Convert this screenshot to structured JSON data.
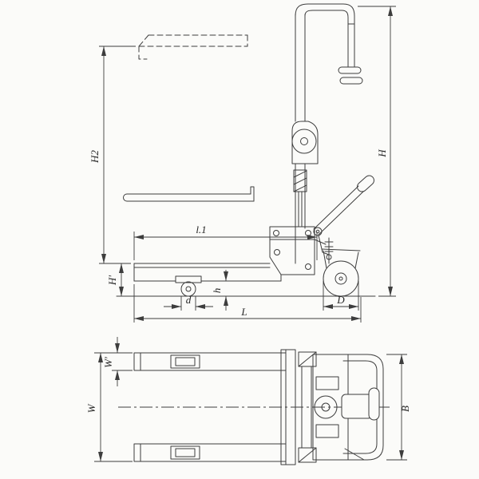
{
  "colors": {
    "background": "#fbfbf9",
    "line": "#3d3d3d"
  },
  "side_view": {
    "dims": {
      "H2": "H2",
      "H": "H",
      "l1": "l.1",
      "H_prime": "H'",
      "d": "d",
      "h": "h",
      "L": "L",
      "D": "D"
    }
  },
  "plan_view": {
    "dims": {
      "W_prime": "W'",
      "W": "W",
      "B": "B"
    }
  }
}
